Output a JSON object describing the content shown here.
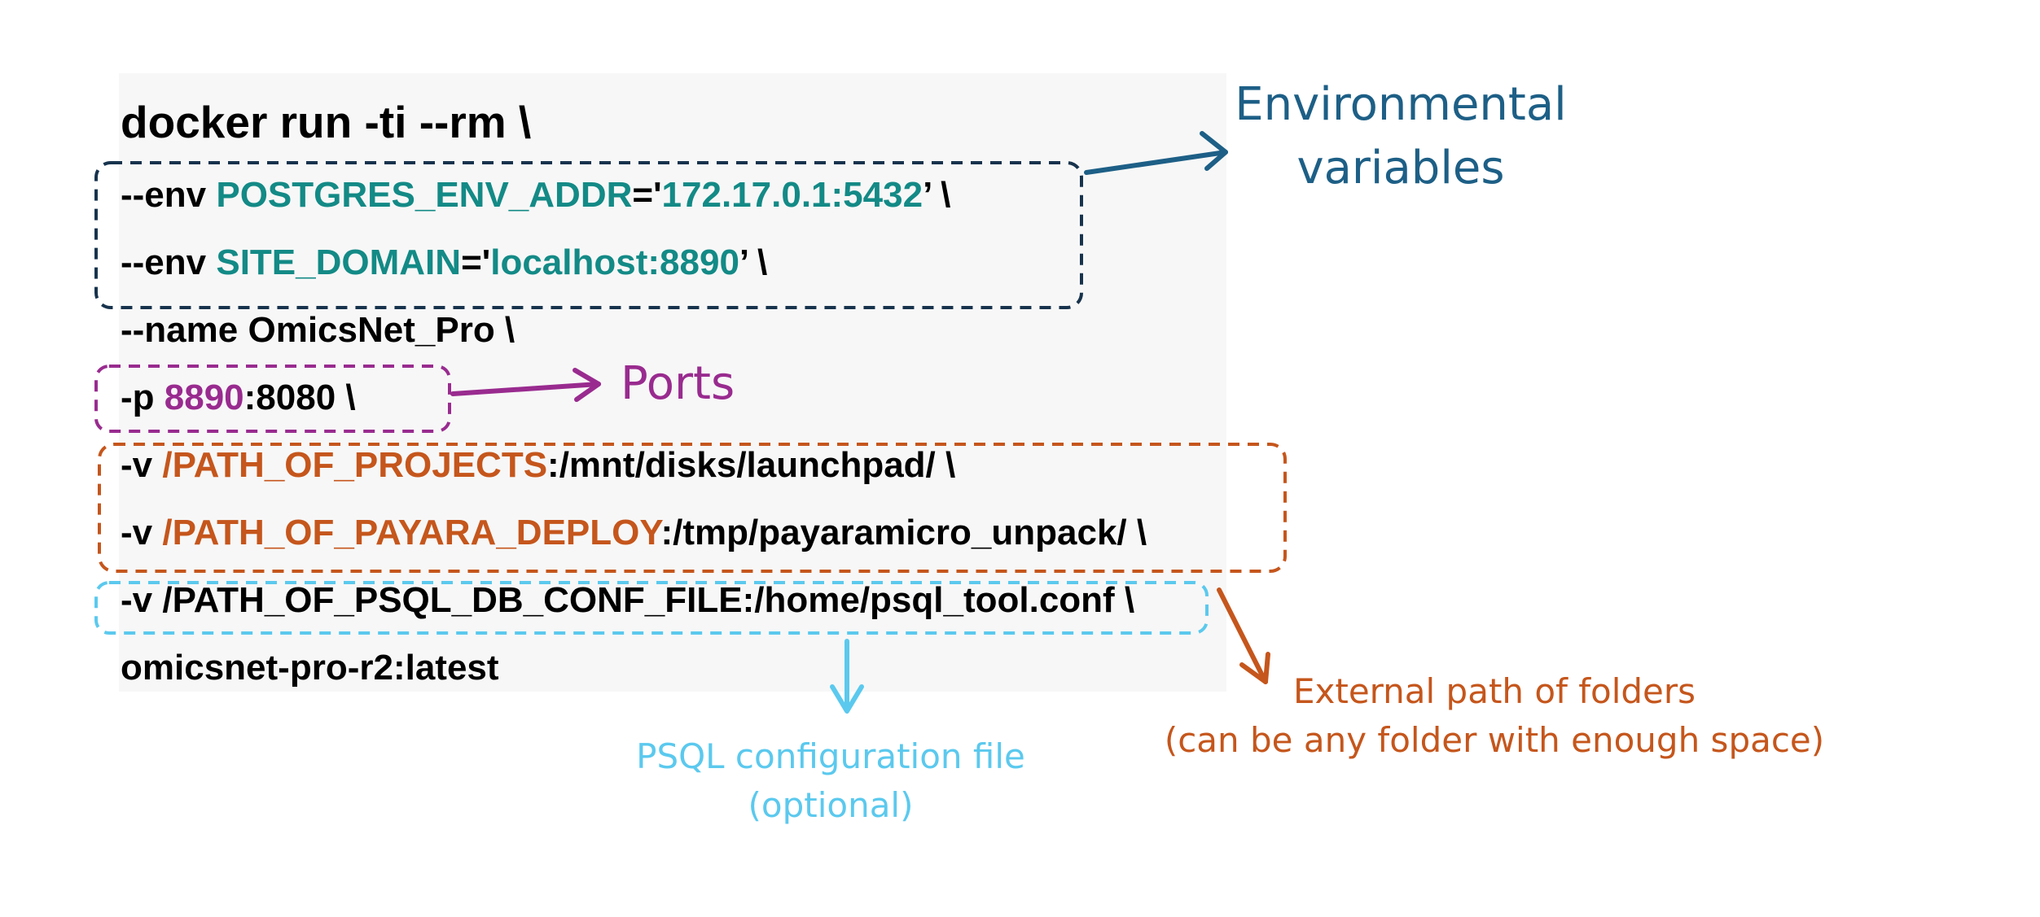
{
  "colors": {
    "background": "#ffffff",
    "code_background": "#f7f7f7",
    "code_text": "#000000",
    "env_value": "#138a86",
    "env_box": "#17334d",
    "env_label": "#1d5f86",
    "port": "#992b8f",
    "path": "#c5561c",
    "psql": "#5bc9ee"
  },
  "code": {
    "command": "docker run -ti --rm \\",
    "env1": {
      "flag": "--env ",
      "key": "POSTGRES_ENV_ADDR",
      "eq": "='",
      "value": "172.17.0.1:5432",
      "end": "’ \\"
    },
    "env2": {
      "flag": "--env ",
      "key": "SITE_DOMAIN",
      "eq": "='",
      "value": "localhost:8890",
      "end": "’ \\"
    },
    "name": "--name OmicsNet_Pro \\",
    "port": {
      "flag": "-p ",
      "host": "8890",
      "rest": ":8080 \\"
    },
    "vol1": {
      "flag": "-v ",
      "path": "/PATH_OF_PROJECTS",
      "rest": ":/mnt/disks/launchpad/ \\"
    },
    "vol2": {
      "flag": "-v ",
      "path": "/PATH_OF_PAYARA_DEPLOY",
      "rest": ":/tmp/payaramicro_unpack/ \\"
    },
    "vol3": "-v /PATH_OF_PSQL_DB_CONF_FILE:/home/psql_tool.conf \\",
    "image": "omicsnet-pro-r2:latest"
  },
  "annotations": {
    "env": {
      "line1": "Environmental",
      "line2": "variables"
    },
    "ports": "Ports",
    "paths": {
      "line1": "External path of folders",
      "line2": "(can be any folder with enough space)"
    },
    "psql": {
      "line1": "PSQL configuration file",
      "line2": "(optional)"
    }
  }
}
